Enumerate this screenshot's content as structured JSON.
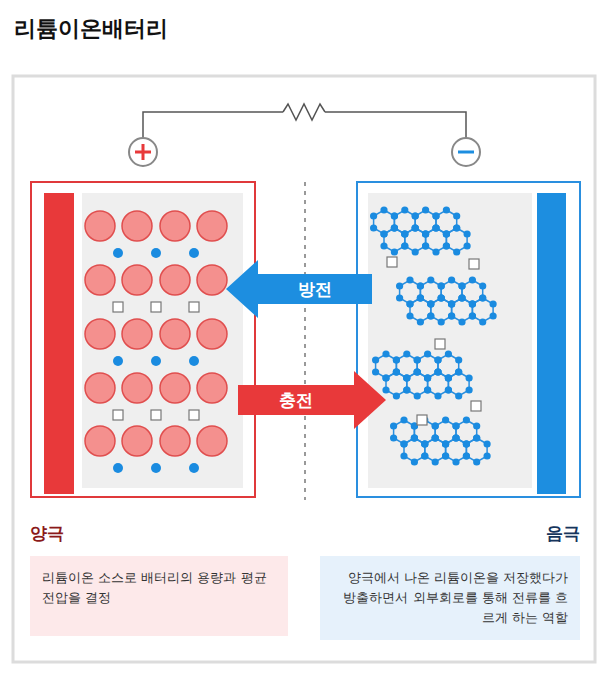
{
  "diagram": {
    "title": "리튬이온배터리",
    "nodes": [
      {
        "text": [
          "양극",
          "리튬이온 소스로 배터리의 용량과 평균 전압을 결정"
        ]
      },
      {
        "text": [
          "음극",
          "양극에서 나온 리튬이온을 저장했다가 방출하면서 외부회로를 통해 전류를 흐르게 하는 역할"
        ]
      },
      {
        "text": [
          "방전"
        ]
      },
      {
        "text": [
          "충전"
        ]
      }
    ]
  }
}
